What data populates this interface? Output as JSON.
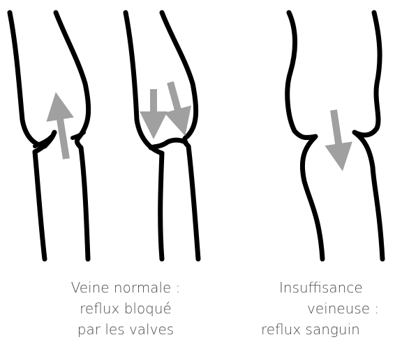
{
  "captions": {
    "normal": {
      "line1": "Veine normale :",
      "line2": "reflux bloqué",
      "line3": "par les valves"
    },
    "insufficiency": {
      "line1": "Insuffisance",
      "line2": "veineuse :",
      "line3": "reflux sanguin"
    }
  },
  "colors": {
    "vein_wall": "#000000",
    "arrow": "#a0a0a0",
    "caption_text": "#4a4a4a"
  }
}
